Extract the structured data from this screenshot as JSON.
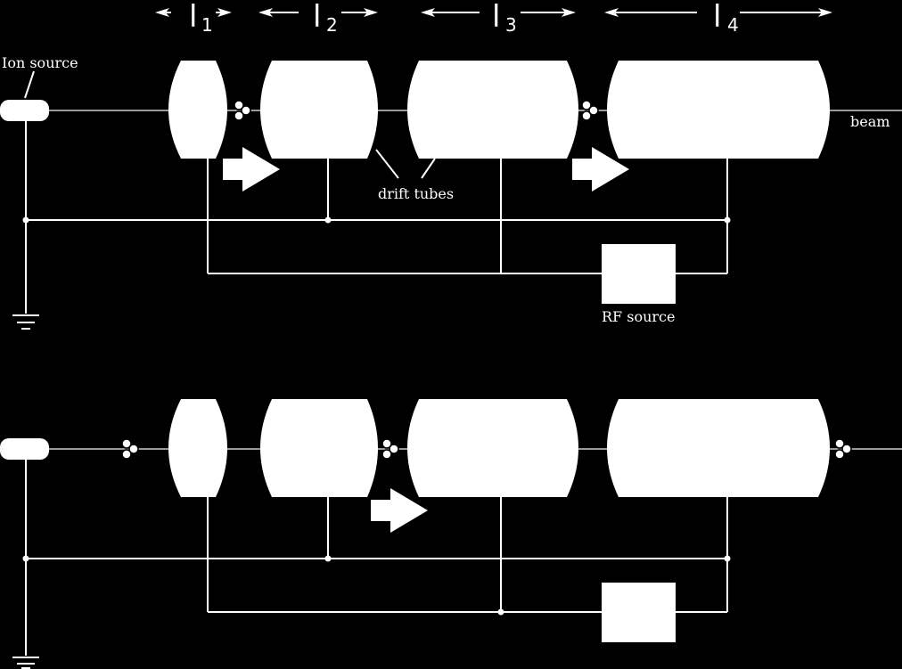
{
  "colors": {
    "background": "#000000",
    "foreground": "#ffffff",
    "beamline": "#9a9a9a"
  },
  "labels": {
    "ion_source": "Ion source",
    "beam": "beam",
    "drift_tubes": "drift tubes",
    "rf_source": "RF source"
  },
  "lengths": [
    {
      "main": "l",
      "sub": "1"
    },
    {
      "main": "l",
      "sub": "2"
    },
    {
      "main": "l",
      "sub": "3"
    },
    {
      "main": "l",
      "sub": "4"
    }
  ],
  "icons": {
    "particle": "particle-cluster-icon",
    "field_arrow": "field-arrow-icon",
    "ground": "ground-symbol-icon"
  }
}
